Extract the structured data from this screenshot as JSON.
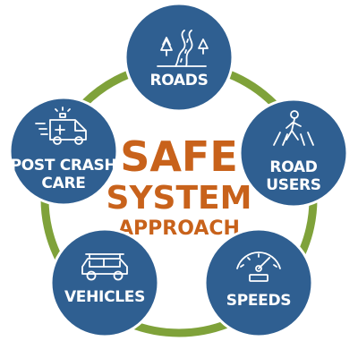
{
  "title": {
    "line1": "SAFE",
    "line2": "SYSTEM",
    "line3": "APPROACH"
  },
  "nodes": [
    {
      "id": "roads",
      "lines": [
        "ROADS"
      ],
      "icon": "winding-road-trees-icon"
    },
    {
      "id": "road-users",
      "lines": [
        "ROAD",
        "USERS"
      ],
      "icon": "pedestrian-crosswalk-icon"
    },
    {
      "id": "speeds",
      "lines": [
        "SPEEDS"
      ],
      "icon": "speedometer-icon"
    },
    {
      "id": "vehicles",
      "lines": [
        "VEHICLES"
      ],
      "icon": "suv-icon"
    },
    {
      "id": "post-crash-care",
      "lines": [
        "POST CRASH",
        "CARE"
      ],
      "icon": "ambulance-icon"
    }
  ],
  "colors": {
    "node_fill": "#2f5f91",
    "node_border": "#ffffff",
    "ring": "#7fa23a",
    "title": "#c8621b",
    "icon": "#ffffff"
  }
}
